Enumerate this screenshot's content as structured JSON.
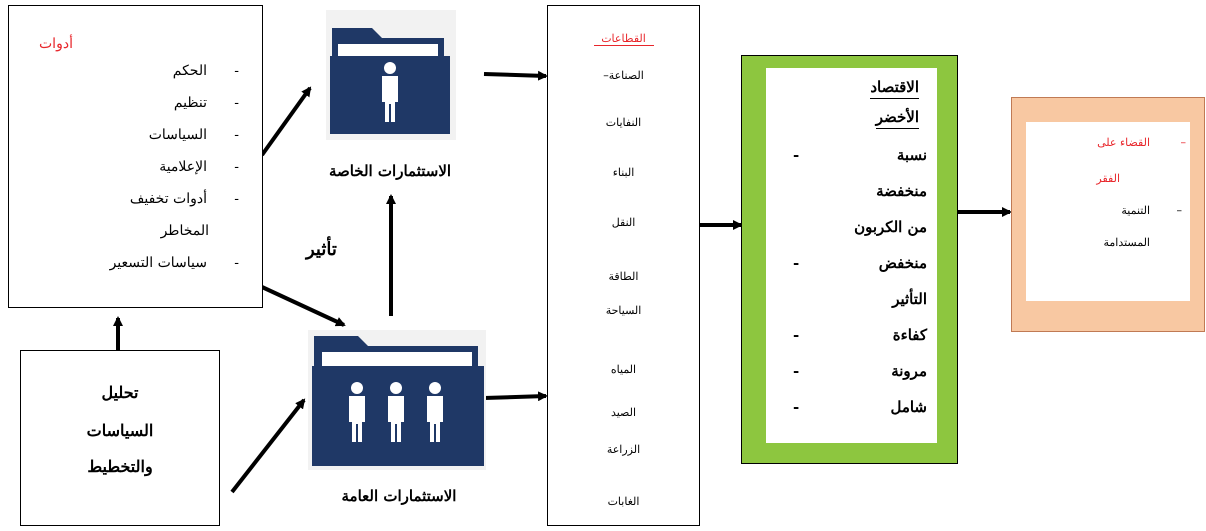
{
  "tools_box": {
    "title": "أدوات",
    "items": [
      {
        "bullet": "-",
        "label": "الحكم"
      },
      {
        "bullet": "-",
        "label": "تنظيم"
      },
      {
        "bullet": "-",
        "label": "السياسات"
      },
      {
        "bullet": "-",
        "label": "الإعلامية"
      },
      {
        "bullet": "-",
        "label": "أدوات تخفيف"
      },
      {
        "bullet": "",
        "label": "المخاطر"
      },
      {
        "bullet": "-",
        "label": "سياسات التسعير"
      }
    ]
  },
  "analysis_box": {
    "lines": [
      "تحليل",
      "السياسات",
      "والتخطيط"
    ]
  },
  "private_investment": {
    "label": "الاستثمارات الخاصة",
    "icon": "folder-person-icon"
  },
  "public_investment": {
    "label": "الاستثمارات العامة",
    "icon": "folder-group-icon"
  },
  "influence_label": "تأثير",
  "sectors_box": {
    "title": "القطاعات",
    "items": [
      "–الصناعة",
      "النفايات",
      "البناء",
      "النقل",
      "الطاقة",
      "السياحة",
      "المياه",
      "الصيد",
      "الزراعة",
      "الغابات"
    ]
  },
  "green_economy_box": {
    "title_line1": "الاقتصاد",
    "title_line2": "الأخضر",
    "items": [
      {
        "bullet": "-",
        "label": "نسبة"
      },
      {
        "bullet": "",
        "label": "منخفضة"
      },
      {
        "bullet": "",
        "label": "من الكربون"
      },
      {
        "bullet": "-",
        "label": "منخفض"
      },
      {
        "bullet": "",
        "label": "التأثير"
      },
      {
        "bullet": "-",
        "label": "كفاءة"
      },
      {
        "bullet": "-",
        "label": "مرونة"
      },
      {
        "bullet": "-",
        "label": "شامل"
      }
    ]
  },
  "outcomes_box": {
    "items": [
      {
        "bullet": "–",
        "label": "القضاء على",
        "red": true
      },
      {
        "bullet": "",
        "label": "الفقر",
        "red": true
      },
      {
        "bullet": "–",
        "label": "التنمية",
        "red": false
      },
      {
        "bullet": "",
        "label": "المستدامة",
        "red": false
      }
    ]
  },
  "colors": {
    "accent_red": "#e8262b",
    "folder_blue": "#1f3866",
    "green_border": "#8dc63f",
    "outcome_fill": "#f8c8a2",
    "outcome_border": "#c07a54"
  }
}
